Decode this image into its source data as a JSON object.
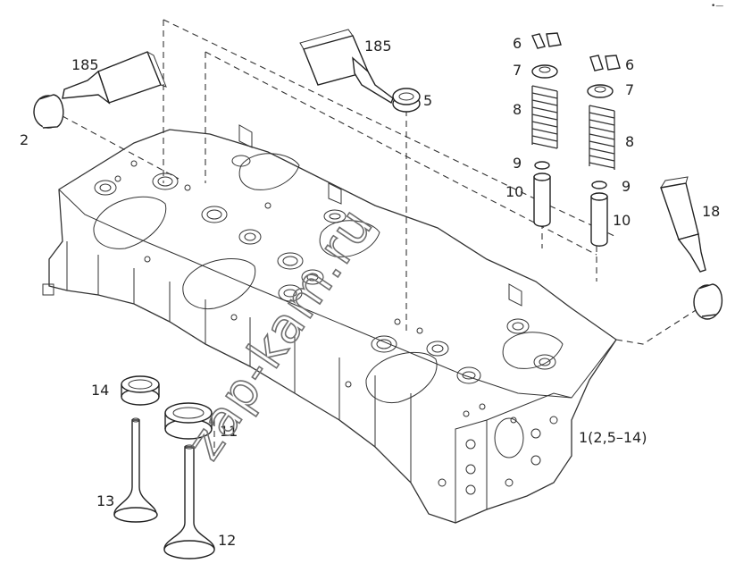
{
  "labels": {
    "corner_mark": "•—",
    "p185a": "185",
    "p185b": "185",
    "p2": "2",
    "p5": "5",
    "p6a": "6",
    "p6b": "6",
    "p7a": "7",
    "p7b": "7",
    "p8a": "8",
    "p8b": "8",
    "p9a": "9",
    "p9b": "9",
    "p10a": "10",
    "p10b": "10",
    "p18": "18",
    "p14": "14",
    "p11": "11",
    "p13": "13",
    "p12": "12",
    "p1": "1(2,5–14)"
  },
  "watermark": "zap-kam.ru"
}
